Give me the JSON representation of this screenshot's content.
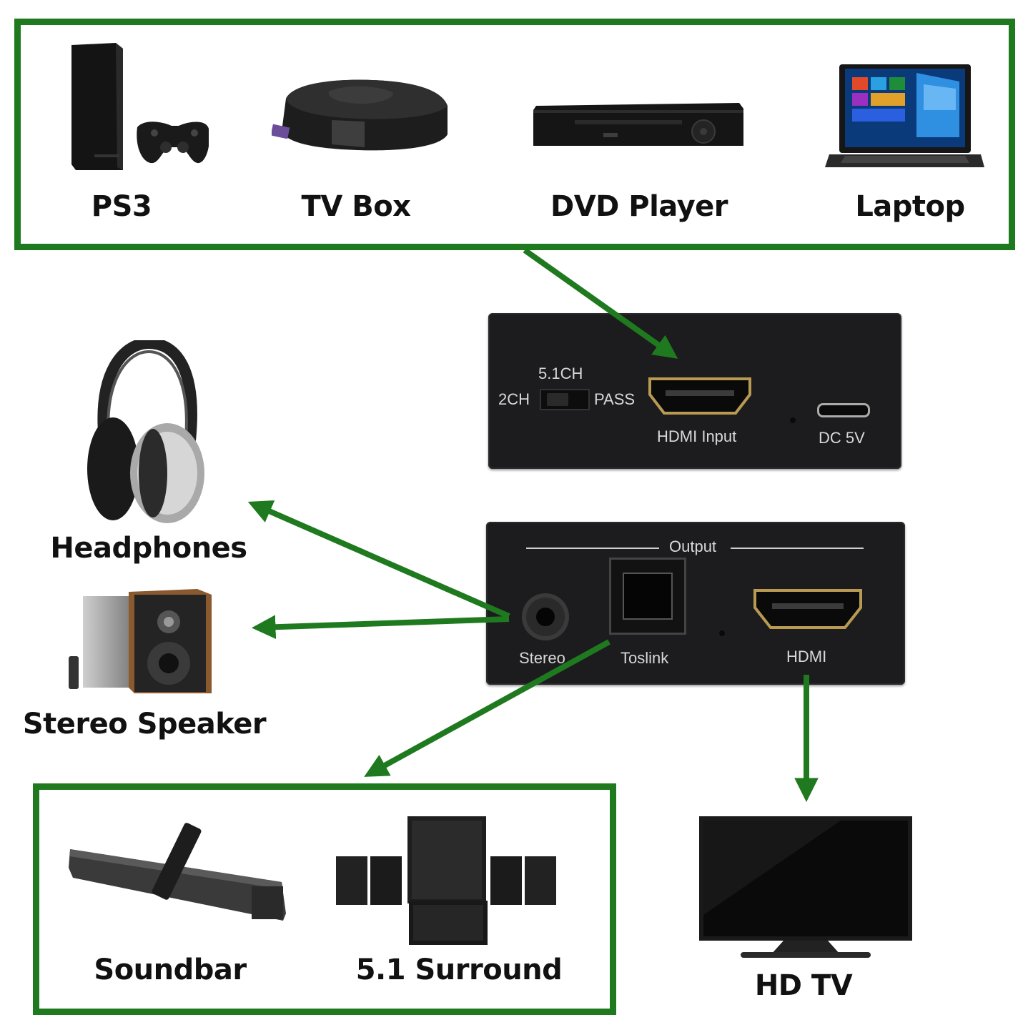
{
  "sources": {
    "items": [
      {
        "label": "PS3"
      },
      {
        "label": "TV Box"
      },
      {
        "label": "DVD Player"
      },
      {
        "label": "Laptop"
      }
    ]
  },
  "device_input": {
    "switch_top_label": "5.1CH",
    "switch_left_label": "2CH",
    "switch_right_label": "PASS",
    "hdmi_input_label": "HDMI Input",
    "dc_label": "DC 5V"
  },
  "device_output": {
    "output_label": "Output",
    "stereo_label": "Stereo",
    "toslink_label": "Toslink",
    "hdmi_label": "HDMI"
  },
  "outputs": {
    "headphones": "Headphones",
    "stereo_speaker": "Stereo Speaker",
    "soundbar": "Soundbar",
    "surround": "5.1 Surround",
    "hdtv": "HD TV"
  },
  "colors": {
    "accent_green": "#1f7a1f",
    "device_dark": "#1c1c1e"
  }
}
